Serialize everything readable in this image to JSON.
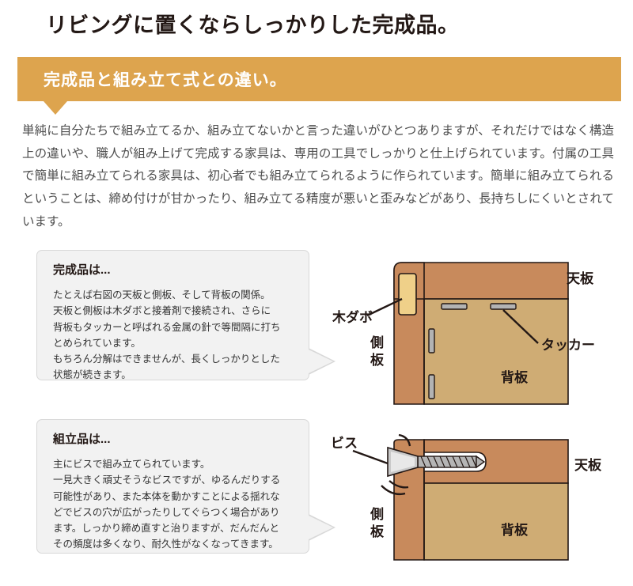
{
  "page": {
    "title": "リビングに置くならしっかりした完成品。",
    "banner_label": "完成品と組み立て式との違い。",
    "banner_color": "#dda44e",
    "intro": "単純に自分たちで組み立てるか、組み立てないかと言った違いがひとつありますが、それだけではなく構造上の違いや、職人が組み上げて完成する家具は、専用の工具でしっかりと仕上げられています。付属の工具で簡単に組み立てられる家具は、初心者でも組み立てられるように作られています。簡単に組み立てられるということは、締め付けが甘かったり、組み立てる精度が悪いと歪みなどがあり、長持ちしにくいとされています。"
  },
  "bubbles": [
    {
      "title": "完成品は...",
      "lines": [
        "たとえば右図の天板と側板、そして背板の関係。",
        "天板と側板は木ダボと接着剤で接続され、さらに",
        "背板もタッカーと呼ばれる金属の針で等間隔に打ち",
        "とめられています。",
        "もちろん分解はできませんが、長くしっかりとした",
        "状態が続きます。"
      ]
    },
    {
      "title": "組立品は...",
      "lines": [
        "主にビスで組み立てられています。",
        "一見大きく頑丈そうなビスですが、ゆるんだりする",
        "可能性があり、また本体を動かすことによる揺れな",
        "どでビスの穴が広がったりしてぐらつく場合があり",
        "ます。しっかり締め直すと治りますが、だんだんと",
        "その頻度は多くなり、耐久性がなくなってきます。"
      ]
    }
  ],
  "diagrams": [
    {
      "name": "finished-product-joint",
      "labels": {
        "top_panel": "天板",
        "side_panel": "側板",
        "back_panel": "背板",
        "dowel": "木ダボ",
        "tacker": "タッカー"
      },
      "colors": {
        "top_panel": "#c88a5c",
        "side_panel": "#c88a5c",
        "back_panel": "#cfac74",
        "dowel": "#efd089",
        "staple": "#b3b3b3",
        "outline": "#231815"
      }
    },
    {
      "name": "assembled-product-screw",
      "labels": {
        "top_panel": "天板",
        "side_panel": "側板",
        "back_panel": "背板",
        "screw": "ビス"
      },
      "colors": {
        "top_panel": "#c88a5c",
        "side_panel": "#c88a5c",
        "back_panel": "#cfac74",
        "screw_body": "#b5b5b5",
        "screw_highlight": "#e8e8e8",
        "outline": "#231815"
      }
    }
  ]
}
